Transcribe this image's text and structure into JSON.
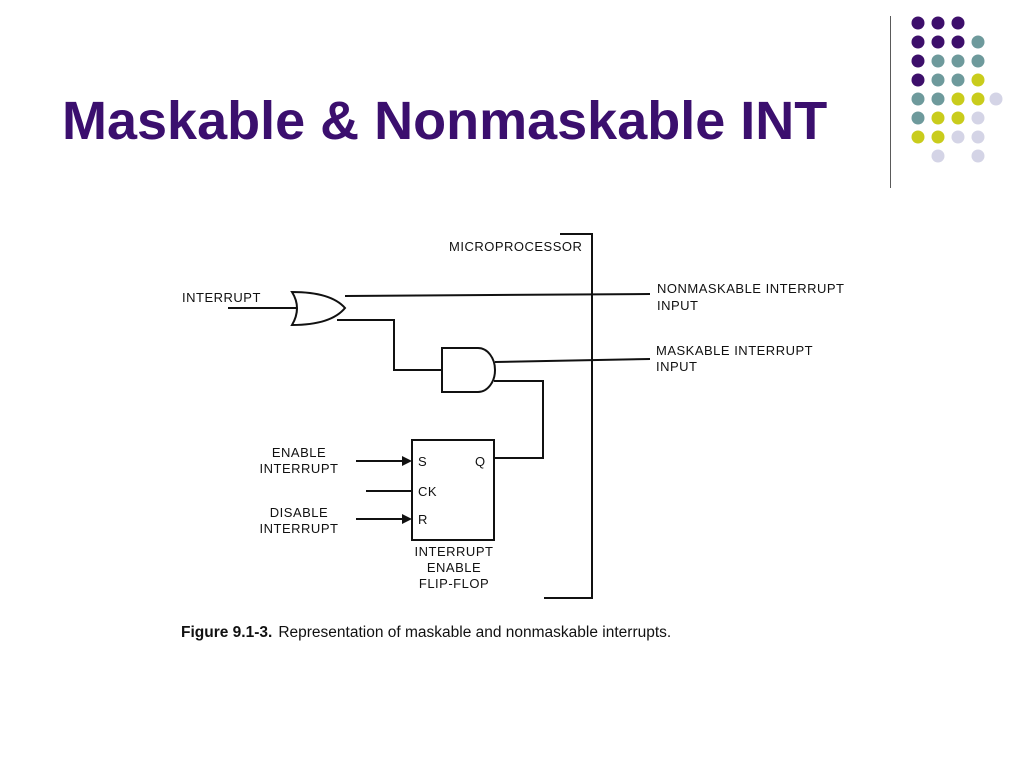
{
  "slide": {
    "title": "Maskable & Nonmaskable INT"
  },
  "decoration": {
    "dot_colors": {
      "purple": "#3d0f6b",
      "teal": "#6e9a9c",
      "yellow": "#c9cc1c",
      "lavender": "#d4d4e6"
    }
  },
  "diagram": {
    "microprocessor_label": "MICROPROCESSOR",
    "interrupt_label": "INTERRUPT",
    "nonmaskable_line1": "NONMASKABLE INTERRUPT",
    "nonmaskable_line2": "INPUT",
    "maskable_line1": "MASKABLE INTERRUPT",
    "maskable_line2": "INPUT",
    "enable_line1": "ENABLE",
    "enable_line2": "INTERRUPT",
    "disable_line1": "DISABLE",
    "disable_line2": "INTERRUPT",
    "pin_s": "S",
    "pin_q": "Q",
    "pin_ck": "CK",
    "pin_r": "R",
    "flipflop_line1": "INTERRUPT",
    "flipflop_line2": "ENABLE",
    "flipflop_line3": "FLIP-FLOP"
  },
  "caption": {
    "number": "Figure 9.1-3.",
    "text": "Representation of maskable and nonmaskable interrupts."
  }
}
